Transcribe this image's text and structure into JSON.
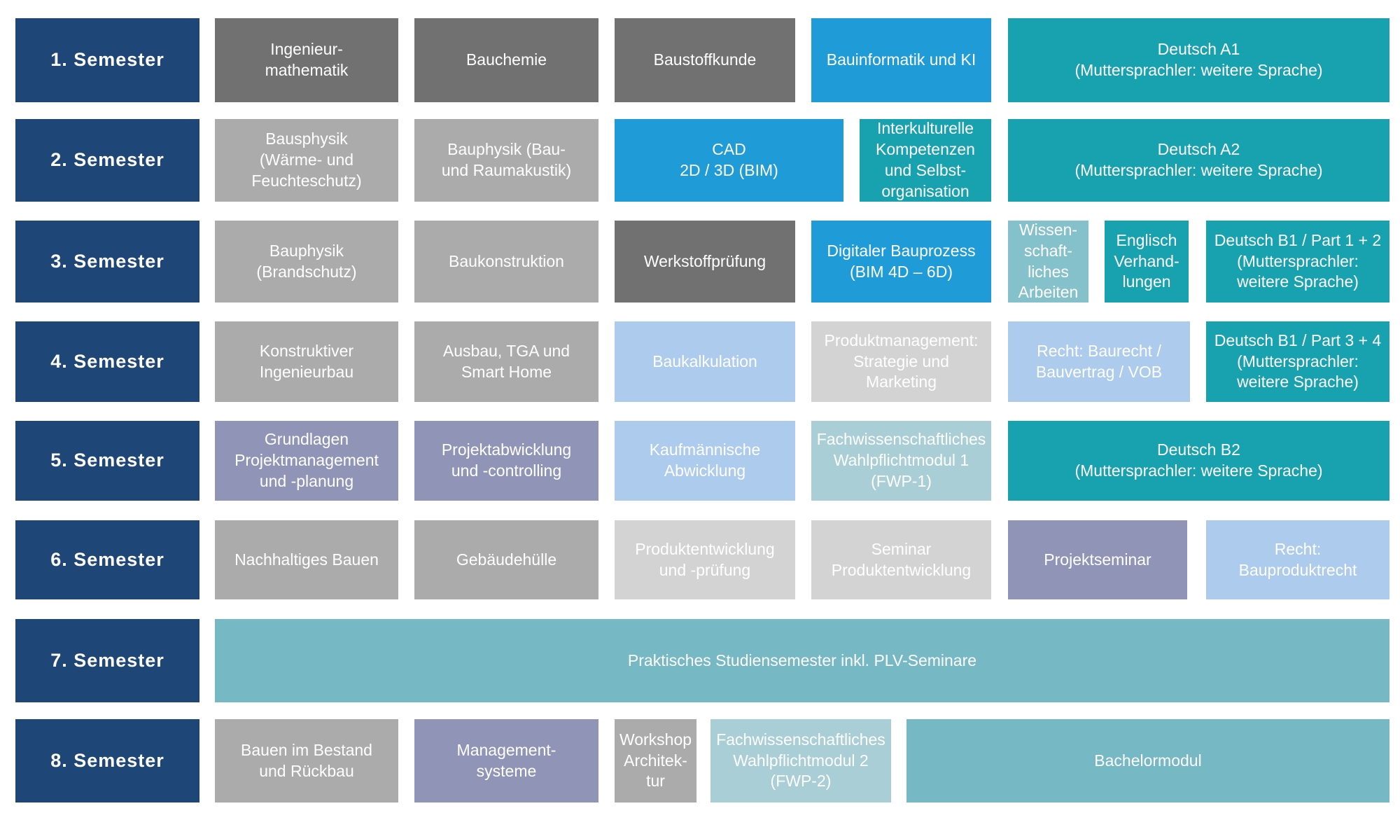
{
  "colors": {
    "semester_navy": "#1e4677",
    "dark_gray": "#717171",
    "mid_gray": "#ababab",
    "light_gray": "#d3d3d3",
    "blue": "#1f9bd8",
    "teal": "#18a1af",
    "pale_teal": "#84c1ca",
    "fwp_teal": "#a9ced6",
    "muted_teal": "#76b9c5",
    "light_blue": "#adcbec",
    "lavender": "#9095b8",
    "text": "#ffffff",
    "background": "#ffffff"
  },
  "semesters": [
    {
      "label": "1. Semester",
      "modules": [
        {
          "label": "Ingenieur-\nmathematik",
          "color": "#717171"
        },
        {
          "label": "Bauchemie",
          "color": "#717171"
        },
        {
          "label": "Baustoffkunde",
          "color": "#717171"
        },
        {
          "label": "Bauinformatik und KI",
          "color": "#1f9bd8"
        },
        {
          "label": "Deutsch A1\n(Muttersprachler: weitere Sprache)",
          "color": "#18a1af"
        }
      ]
    },
    {
      "label": "2. Semester",
      "modules": [
        {
          "label": "Bausphysik\n(Wärme- und\nFeuchteschutz)",
          "color": "#ababab"
        },
        {
          "label": "Bauphysik (Bau-\nund Raumakustik)",
          "color": "#ababab"
        },
        {
          "label": "CAD\n2D / 3D (BIM)",
          "color": "#1f9bd8"
        },
        {
          "label": "Interkulturelle\nKompetenzen\nund Selbst-\norganisation",
          "color": "#18a1af"
        },
        {
          "label": "Deutsch A2\n(Muttersprachler: weitere Sprache)",
          "color": "#18a1af"
        }
      ]
    },
    {
      "label": "3. Semester",
      "modules": [
        {
          "label": "Bauphysik\n(Brandschutz)",
          "color": "#ababab"
        },
        {
          "label": "Baukonstruktion",
          "color": "#ababab"
        },
        {
          "label": "Werkstoffprüfung",
          "color": "#717171"
        },
        {
          "label": "Digitaler Bauprozess\n(BIM 4D – 6D)",
          "color": "#1f9bd8"
        },
        {
          "label": "Wissen-\nschaft-\nliches\nArbeiten",
          "color": "#84c1ca"
        },
        {
          "label": "Englisch\nVerhand-\nlungen",
          "color": "#18a1af"
        },
        {
          "label": "Deutsch B1 / Part 1 + 2\n(Muttersprachler:\nweitere Sprache)",
          "color": "#18a1af"
        }
      ]
    },
    {
      "label": "4. Semester",
      "modules": [
        {
          "label": "Konstruktiver\nIngenieurbau",
          "color": "#ababab"
        },
        {
          "label": "Ausbau, TGA und\nSmart Home",
          "color": "#ababab"
        },
        {
          "label": "Baukalkulation",
          "color": "#adcbec"
        },
        {
          "label": "Produktmanagement:\nStrategie und\nMarketing",
          "color": "#d3d3d3"
        },
        {
          "label": "Recht: Baurecht /\nBauvertrag / VOB",
          "color": "#adcbec"
        },
        {
          "label": "Deutsch B1 / Part 3 + 4\n(Muttersprachler:\nweitere Sprache)",
          "color": "#18a1af"
        }
      ]
    },
    {
      "label": "5. Semester",
      "modules": [
        {
          "label": "Grundlagen\nProjektmanagement\nund -planung",
          "color": "#9095b8"
        },
        {
          "label": "Projektabwicklung\nund -controlling",
          "color": "#9095b8"
        },
        {
          "label": "Kaufmännische\nAbwicklung",
          "color": "#adcbec"
        },
        {
          "label": "Fachwissenschaftliches\nWahlpflichtmodul 1\n(FWP-1)",
          "color": "#a9ced6"
        },
        {
          "label": "Deutsch B2\n(Muttersprachler: weitere Sprache)",
          "color": "#18a1af"
        }
      ]
    },
    {
      "label": "6. Semester",
      "modules": [
        {
          "label": "Nachhaltiges Bauen",
          "color": "#ababab"
        },
        {
          "label": "Gebäudehülle",
          "color": "#ababab"
        },
        {
          "label": "Produktentwicklung\nund -prüfung",
          "color": "#d3d3d3"
        },
        {
          "label": "Seminar\nProduktentwicklung",
          "color": "#d3d3d3"
        },
        {
          "label": "Projektseminar",
          "color": "#9095b8"
        },
        {
          "label": "Recht:\nBauproduktrecht",
          "color": "#adcbec"
        }
      ]
    },
    {
      "label": "7. Semester",
      "modules": [
        {
          "label": "Praktisches Studiensemester inkl. PLV-Seminare",
          "color": "#76b9c5"
        }
      ]
    },
    {
      "label": "8. Semester",
      "modules": [
        {
          "label": "Bauen im Bestand\nund Rückbau",
          "color": "#ababab"
        },
        {
          "label": "Management-\nsysteme",
          "color": "#9095b8"
        },
        {
          "label": "Workshop\nArchitek-\ntur",
          "color": "#ababab"
        },
        {
          "label": "Fachwissenschaftliches\nWahlpflichtmodul 2\n(FWP-2)",
          "color": "#a9ced6"
        },
        {
          "label": "Bachelormodul",
          "color": "#76b9c5"
        }
      ]
    }
  ]
}
